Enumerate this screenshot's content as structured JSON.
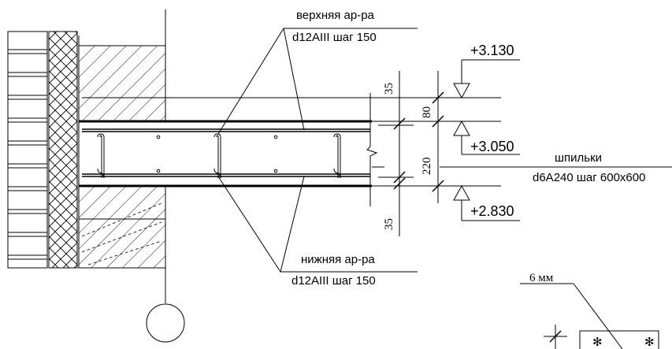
{
  "labels": {
    "top_rebar_name": "верхняя ар-ра",
    "top_rebar_spec": "d12AIII шаг 150",
    "bottom_rebar_name": "нижняя ар-ра",
    "bottom_rebar_spec": "d12AIII шаг 150",
    "ties_name": "шпильки",
    "ties_spec": "d6A240 шаг 600x600",
    "detail_note": "6 мм"
  },
  "elevations": {
    "top": "+3.130",
    "mid": "+3.050",
    "bottom": "+2.830"
  },
  "dimensions": {
    "cover_top": "35",
    "screed": "80",
    "slab": "220",
    "cover_bottom": "35"
  }
}
